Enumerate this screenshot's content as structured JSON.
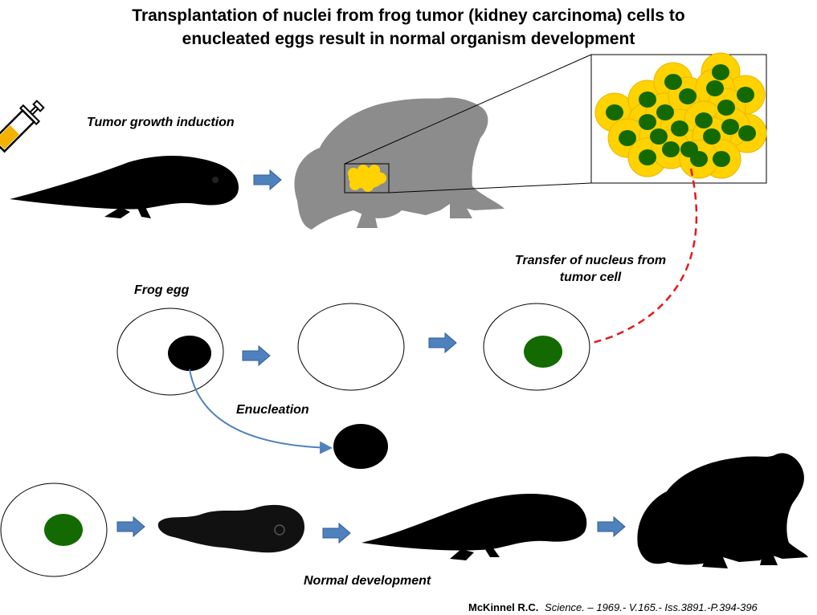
{
  "title": {
    "line1": "Transplantation of nuclei  from frog tumor (kidney carcinoma) cells  to",
    "line2": "enucleated eggs result in normal organism development"
  },
  "labels": {
    "tumor_growth": "Tumor growth induction",
    "frog_egg": "Frog egg",
    "transfer_line1": "Transfer of nucleus from",
    "transfer_line2": "tumor cell",
    "enucleation": "Enucleation",
    "normal_development": "Normal development"
  },
  "citation": {
    "author": "McKinnel R.C.",
    "source": "Science. – 1969.- V.165.- Iss.3891.-P.394-396"
  },
  "colors": {
    "tumor_yellow": "#FFD200",
    "nucleus_green": "#136A00",
    "arrow_blue": "#4F81BD",
    "dashed_red": "#E31A1C",
    "frog_gray": "#8C8C8C",
    "silhouette": "#000000"
  }
}
